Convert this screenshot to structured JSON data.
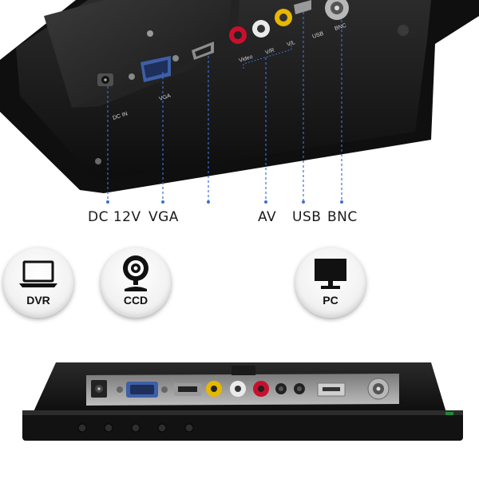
{
  "top_panel": {
    "silkscreen": {
      "dc_in": "DC IN",
      "vga": "VGA",
      "video": "Video",
      "vr": "V/R",
      "vl": "V/L",
      "usb": "USB",
      "bnc": "BNC"
    }
  },
  "ports": [
    {
      "id": "dc",
      "label": "DC 12V"
    },
    {
      "id": "vga",
      "label": "VGA"
    },
    {
      "id": "av",
      "label": "AV"
    },
    {
      "id": "usb",
      "label": "USB"
    },
    {
      "id": "bnc",
      "label": "BNC"
    }
  ],
  "connectables": [
    {
      "id": "dvr",
      "label": "DVR",
      "icon": "laptop-icon"
    },
    {
      "id": "ccd",
      "label": "CCD",
      "icon": "webcam-icon"
    },
    {
      "id": "pc",
      "label": "PC",
      "icon": "monitor-icon"
    }
  ],
  "colors": {
    "bezel": "#141414",
    "callout_line": "#3a6fd1",
    "rca_red": "#c8102e",
    "rca_white": "#eaeaea",
    "rca_yellow": "#e6b800"
  }
}
